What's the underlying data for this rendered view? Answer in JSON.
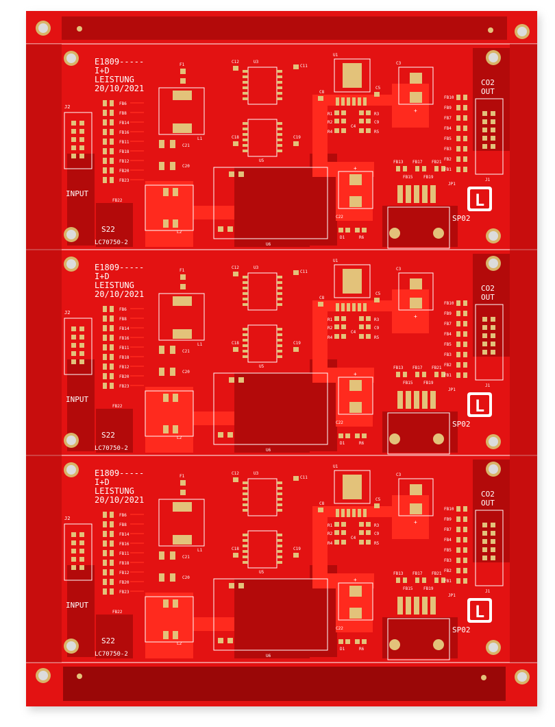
{
  "colors": {
    "board": "#e31212",
    "board_dark": "#b30a0a",
    "board_darker": "#9a0707",
    "copper": "#ff2a1e",
    "silk": "#ffffff",
    "pad": "#e3c27a",
    "hole_ring": "#d9b468",
    "hole": "#dcdcdc",
    "shadow": "#c9c9c9"
  },
  "panel_count": 3,
  "module": {
    "code": "E1809-----",
    "line2": "I+D",
    "line3": "LEISTUNG",
    "date": "20/10/2021",
    "input_label": "INPUT",
    "output_label_1": "CO2",
    "output_label_2": "OUT",
    "mark": "S22",
    "board_id": "LC70750-2",
    "logo_letter": "L",
    "sp_label": "SP02",
    "jp_label": "JP1",
    "refs": {
      "j2": "J2",
      "j1": "J1",
      "f1": "F1",
      "l1": "L1",
      "l2": "L2",
      "c12": "C12",
      "c11": "C11",
      "c18": "C18",
      "c19": "C19",
      "c21": "C21",
      "c20": "C20",
      "c22": "C22",
      "c3": "C3",
      "c5": "C5",
      "c8": "C8",
      "c4": "C4",
      "c9": "C9",
      "u1": "U1",
      "u3": "U3",
      "u5": "U5",
      "u6": "U6",
      "r1": "R1",
      "r2": "R2",
      "r3": "R3",
      "r4": "R4",
      "r5": "R5",
      "r6": "R6",
      "d1": "D1"
    },
    "fb_left": [
      "FB6",
      "FB8",
      "FB14",
      "FB16",
      "FB11",
      "FB18",
      "FB12",
      "FB20",
      "FB23"
    ],
    "fb_left_bottom": "FB22",
    "fb_right": [
      "FB10",
      "FB9",
      "FB7",
      "FB4",
      "FB5",
      "FB3",
      "FB2",
      "FB1"
    ],
    "fb_top_row": [
      "FB13",
      "FB17",
      "FB21"
    ],
    "fb_bottom_row": [
      "FB15",
      "FB19"
    ]
  }
}
